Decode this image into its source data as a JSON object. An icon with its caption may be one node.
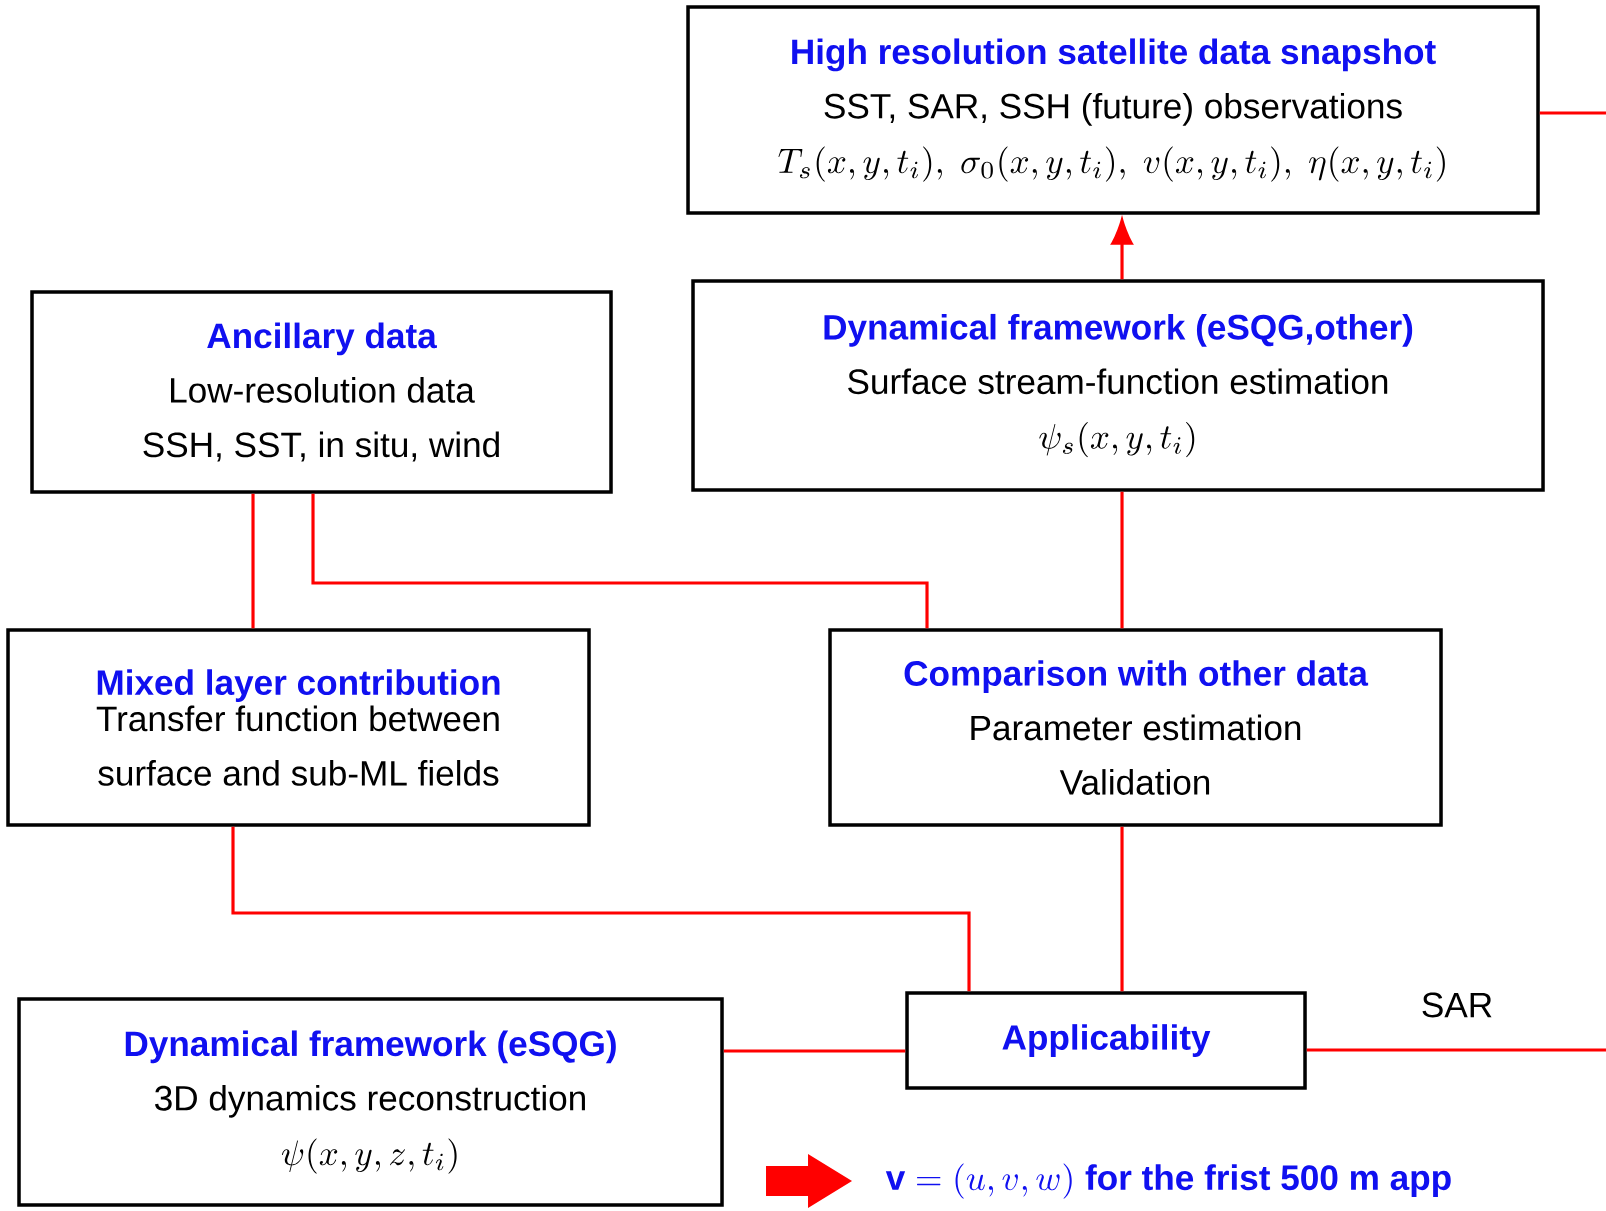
{
  "diagram": {
    "nodes": [
      {
        "text": [
          "High resolution satellite data snapshot",
          "SST, SAR, SSH (future) observations",
          "T_s(x,y,t_i),\\ \\sigma_0(x,y,t_i),\\ v(x,y,t_i),\\ \\eta(x,y,t_i)"
        ]
      },
      {
        "text": [
          "Ancillary data",
          "Low-resolution data",
          "SSH, SST, in situ, wind"
        ]
      },
      {
        "text": [
          "Dynamical framework (eSQG,other)",
          "Surface stream-function estimation",
          "\\psi_s(x,y,t_i)"
        ]
      },
      {
        "text": [
          "Mixed layer contribution",
          "Transfer function between surface and sub-ML fields"
        ]
      },
      {
        "text": [
          "Comparison with other data",
          "Parameter estimation",
          "Validation"
        ]
      },
      {
        "text": [
          "Dynamical framework (eSQG)",
          "3D dynamics reconstruction",
          "\\psi(x,y,z,t_i)"
        ]
      },
      {
        "text": [
          "Applicability"
        ]
      }
    ],
    "edges": [
      {
        "from": 2,
        "to": 0,
        "arrow": "to"
      },
      {
        "from": 1,
        "to": 3,
        "arrow": "none"
      },
      {
        "from": 1,
        "to": 4,
        "arrow": "none"
      },
      {
        "from": 2,
        "to": 4,
        "arrow": "none"
      },
      {
        "from": 3,
        "to": 6,
        "arrow": "none"
      },
      {
        "from": 4,
        "to": 6,
        "arrow": "none"
      },
      {
        "from": 5,
        "to": 6,
        "arrow": "none"
      },
      {
        "from": 6,
        "to": null,
        "arrow": "none",
        "label": "SAR"
      },
      {
        "from": 0,
        "to": null,
        "arrow": "none"
      }
    ],
    "labels": [
      "\\mathbf{v}=(u,v,w)",
      "for the frist 500 m app"
    ]
  }
}
